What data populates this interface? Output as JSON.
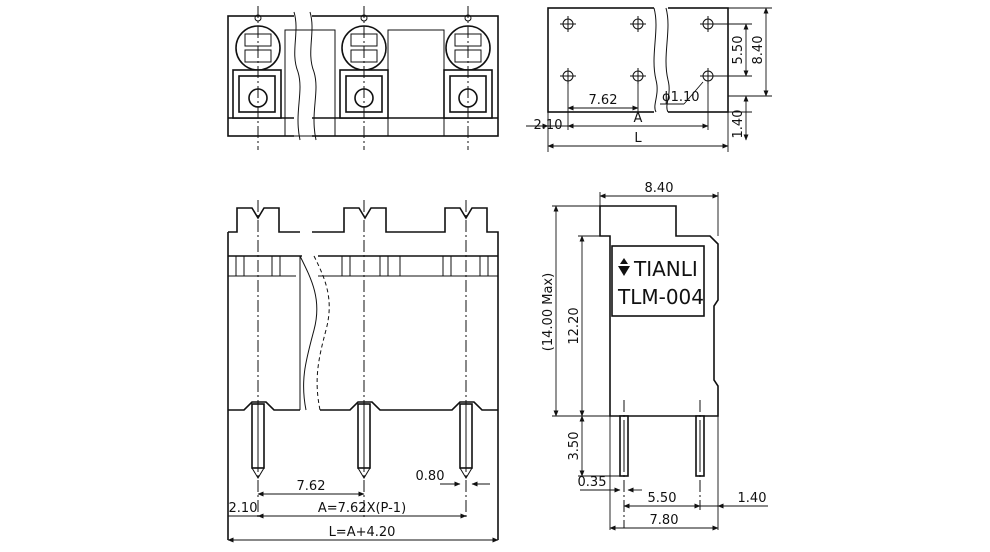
{
  "brand": {
    "name": "TIANLI",
    "model": "TLM-004"
  },
  "top_right_view": {
    "dim_550": "5.50",
    "dim_840": "8.40",
    "dim_762": "7.62",
    "dim_hole": "ϕ1.10",
    "dim_210": "2.10",
    "dim_A": "A",
    "dim_140": "1.40",
    "dim_L": "L"
  },
  "front_view": {
    "dim_762": "7.62",
    "dim_080": "0.80",
    "dim_210": "2.10",
    "dim_A": "A=7.62X(P-1)",
    "dim_L": "L=A+4.20"
  },
  "side_view": {
    "dim_840": "8.40",
    "dim_max": "(14.00 Max)",
    "dim_1220": "12.20",
    "dim_350": "3.50",
    "dim_035": "0.35",
    "dim_550": "5.50",
    "dim_140": "1.40",
    "dim_780": "7.80"
  }
}
